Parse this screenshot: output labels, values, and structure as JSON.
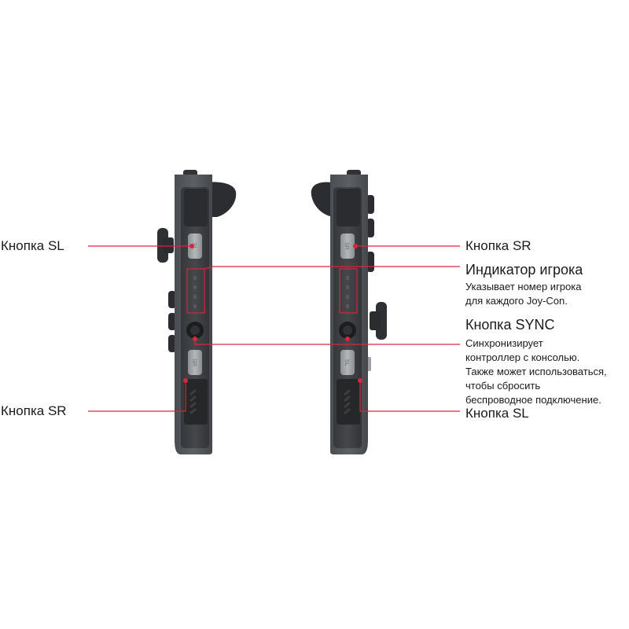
{
  "colors": {
    "accent": "#d7263d",
    "body": "#55585c",
    "rail": "#3d3f43",
    "dark": "#26282b",
    "button": "#9ea1a5"
  },
  "labels": {
    "left": {
      "sl": "Кнопка SL",
      "sr": "Кнопка SR"
    },
    "right": {
      "sr": "Кнопка SR",
      "player_indicator": "Индикатор игрока",
      "player_indicator_desc": [
        "Указывает номер игрока",
        "для каждого Joy-Con."
      ],
      "sync": "Кнопка SYNC",
      "sync_desc": [
        "Синхронизирует",
        "контроллер с консолью.",
        "Также может использоваться,",
        "чтобы сбросить",
        "беспроводное подключение."
      ],
      "sl": "Кнопка SL"
    }
  },
  "controllers": [
    {
      "name": "left-joycon",
      "button_marks": [
        "SL",
        "SR"
      ]
    },
    {
      "name": "right-joycon",
      "button_marks": [
        "SR",
        "SL"
      ]
    }
  ]
}
